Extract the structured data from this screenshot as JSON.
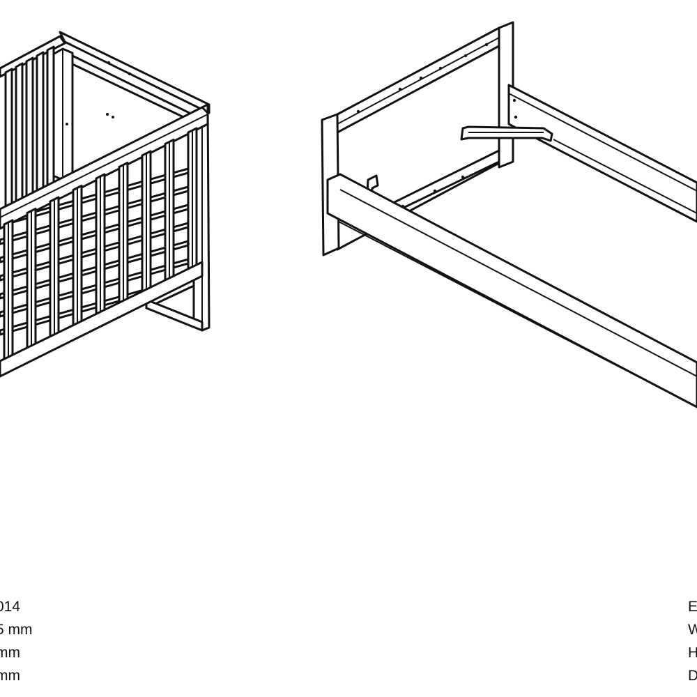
{
  "specs": {
    "left": [
      "014",
      "5 mm",
      "mm",
      "mm"
    ],
    "right": [
      "E",
      "W",
      "H",
      "D"
    ]
  },
  "drawings": {
    "left": "crib-line-drawing",
    "right": "bed-frame-line-drawing"
  }
}
